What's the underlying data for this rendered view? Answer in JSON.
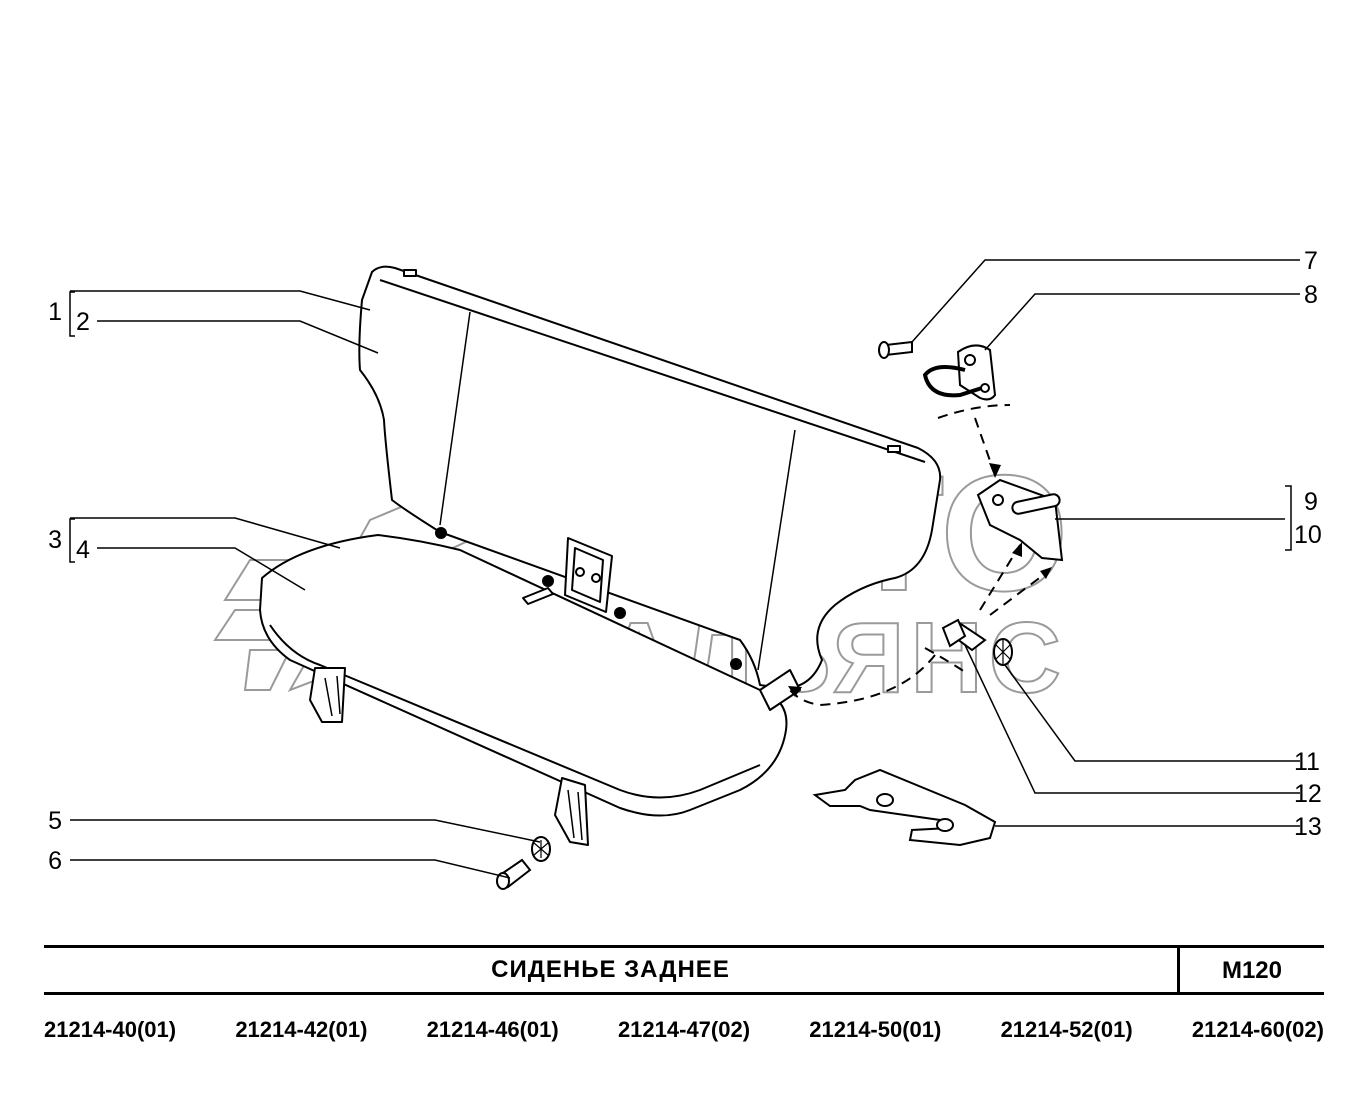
{
  "watermark": {
    "line1": "АВТО",
    "line2": "АЛЬЯНС"
  },
  "callouts": [
    "1",
    "2",
    "3",
    "4",
    "5",
    "6",
    "7",
    "8",
    "9",
    "10",
    "11",
    "12",
    "13"
  ],
  "title": "СИДЕНЬЕ   ЗАДНЕЕ",
  "code": "M120",
  "models": [
    "21214-40(01)",
    "21214-42(01)",
    "21214-46(01)",
    "21214-47(02)",
    "21214-50(01)",
    "21214-52(01)",
    "21214-60(02)"
  ],
  "colors": {
    "line": "#000000",
    "watermark": "#9a9a9a",
    "background": "#ffffff"
  }
}
